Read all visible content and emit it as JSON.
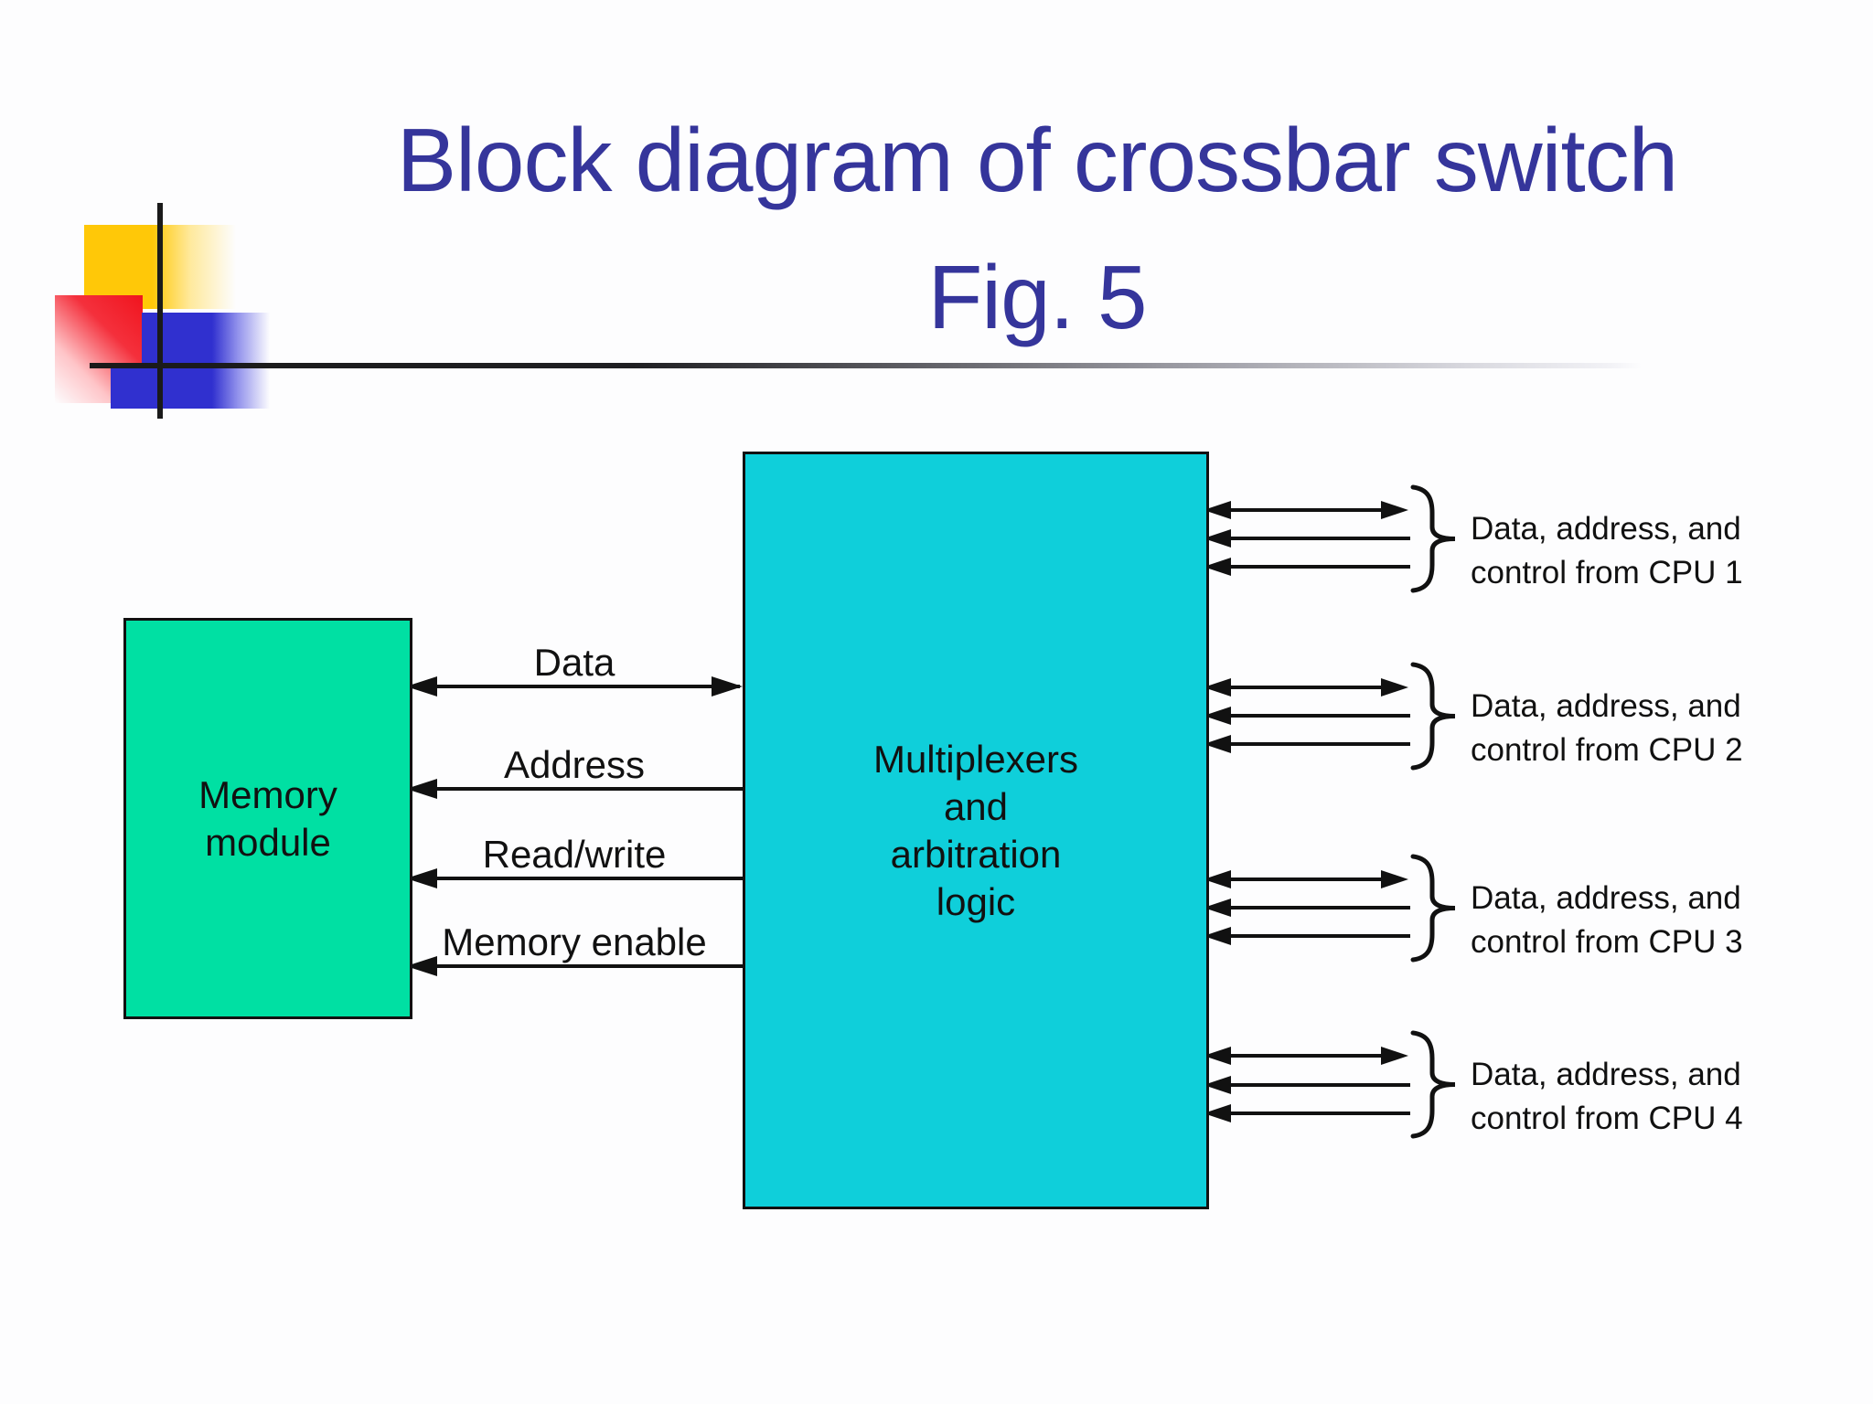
{
  "slide": {
    "title_line1": "Block diagram of crossbar switch",
    "title_line2": "Fig. 5"
  },
  "diagram": {
    "memory_box": {
      "line1": "Memory",
      "line2": "module"
    },
    "mux_box": {
      "line1": "Multiplexers",
      "line2": "and",
      "line3": "arbitration",
      "line4": "logic"
    },
    "bus_labels": {
      "data": "Data",
      "address": "Address",
      "read_write": "Read/write",
      "memory_enable": "Memory enable"
    },
    "cpu_groups": [
      {
        "line1": "Data, address, and",
        "line2": "control from CPU 1"
      },
      {
        "line1": "Data, address, and",
        "line2": "control from CPU 2"
      },
      {
        "line1": "Data, address, and",
        "line2": "control from CPU 3"
      },
      {
        "line1": "Data, address, and",
        "line2": "control from CPU 4"
      }
    ]
  },
  "colors": {
    "title_text": "#35359B",
    "memory_box_fill": "#00E0A3",
    "mux_box_fill": "#0FCFDA",
    "line_black": "#111111",
    "decor_yellow": "#FFC808",
    "decor_red": "#F0141E",
    "decor_blue": "#3030CF"
  }
}
